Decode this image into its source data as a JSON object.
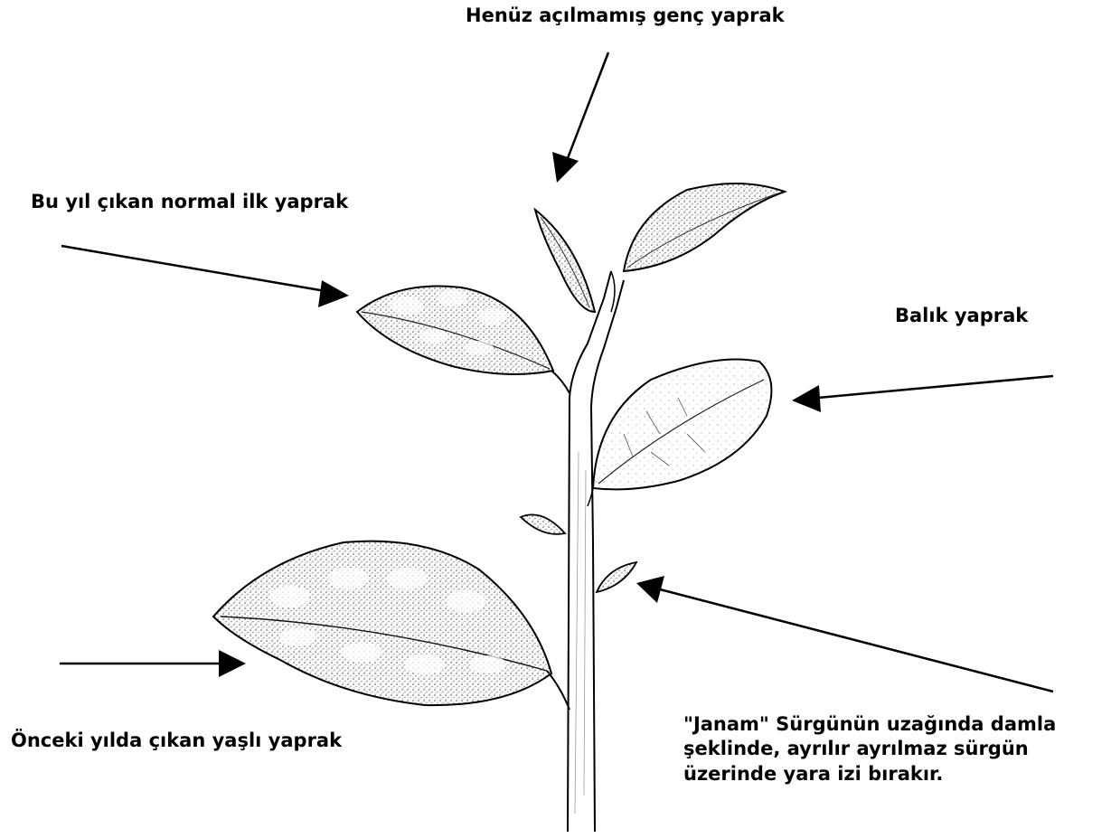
{
  "labels": {
    "young_unopened_leaf": "Henüz açılmamış genç yaprak",
    "first_normal_leaf": "Bu yıl çıkan normal ilk yaprak",
    "fish_leaf": "Balık yaprak",
    "old_leaf": "Önceki yılda çıkan yaşlı yaprak",
    "janam_line1": "\"Janam\" Sürgünün uzağında damla",
    "janam_line2": "şeklinde, ayrılır ayrılmaz sürgün",
    "janam_line3": "üzerinde yara izi bırakır."
  },
  "colors": {
    "ink": "#000000",
    "leaf_fill": "#f4f4f4",
    "stipple": "#555555"
  }
}
